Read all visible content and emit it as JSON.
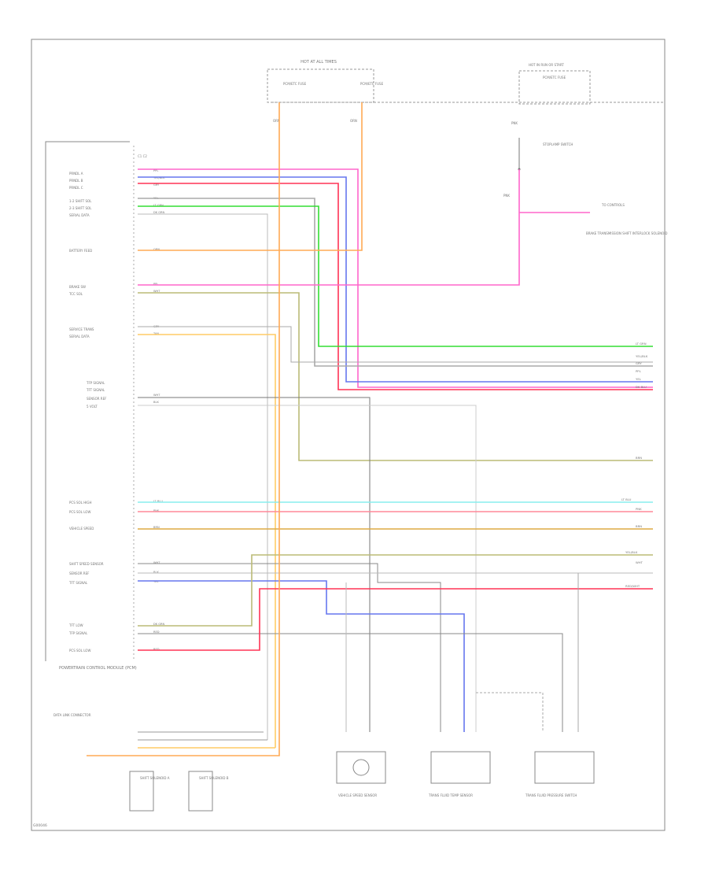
{
  "fuse_block": {
    "title": "HOT AT ALL TIMES",
    "fuse1": "PCM/ETC FUSE",
    "fuse2": "PCM/ETC FUSE",
    "w1": "ORN",
    "w2": "ORN"
  },
  "ignition": {
    "title": "HOT IN RUN OR START",
    "text": "PCM/ETC FUSE",
    "wire": "PNK"
  },
  "brake_switch": {
    "label": "STOPLAMP SWITCH",
    "wire": "PNK"
  },
  "connector": {
    "pins": "C1 C2"
  },
  "pcm": {
    "label": "POWERTRAIN CONTROL MODULE (PCM)"
  },
  "pin_labels": {
    "r1": "PRNDL A",
    "r2": "PRNDL B",
    "r3": "PRNDL C",
    "r4": "1-2 SHIFT SOL",
    "r5": "2-3 SHIFT SOL",
    "r6": "SERIAL DATA",
    "r7": "BATTERY FEED",
    "r8": "BRAKE SW",
    "r9": "TCC SOL",
    "r10": "SERVICE TRANS",
    "r11": "SERIAL DATA",
    "r12": "TFP SIGNAL",
    "r13": "TFT SIGNAL",
    "r14": "SENSOR REF",
    "r15": "5 VOLT",
    "r16": "PCS SOL HIGH",
    "r17": "PCS SOL LOW",
    "r18": "VEHICLE SPEED",
    "r19": "SHIFT SPEED SENSOR",
    "r20": "SENSOR REF",
    "r21": "TFT SIGNAL",
    "r22": "TFT LOW",
    "r23": "TFP SIGNAL",
    "r24": "PCS SOL LOW"
  },
  "wire_labels": {
    "w1": "PPL",
    "w2": "YEL/BLK",
    "w3": "GRY",
    "w4": "YEL",
    "w5": "LT GRN",
    "w6": "DK GRN",
    "w7": "ORN",
    "w8": "PPL",
    "w9": "WHT",
    "w10": "GRY",
    "w11": "TAN",
    "w12": "WHT",
    "w13": "BLK",
    "w14": "LT BLU",
    "w15": "PNK",
    "w16": "BRN",
    "w17": "WHT",
    "w18": "BLK",
    "w19": "YEL",
    "w20": "DK GRN",
    "w21": "RED",
    "w22": "RED"
  },
  "right_tags": {
    "t1": "LT GRN",
    "t2": "YEL/BLK",
    "t3": "GRY",
    "t4": "PPL",
    "t5": "YEL",
    "t6": "DK BLU",
    "t7": "BRN",
    "t8": "LT BLU",
    "t9": "PNK",
    "t10": "BRN",
    "t11": "YEL/BLK",
    "t12": "WHT",
    "t13": "RED/WHT"
  },
  "right_note": {
    "title": "TO CONTROLS",
    "body": "BRAKE TRANSMISSION SHIFT INTERLOCK SOLENOID"
  },
  "components": {
    "vss": "VEHICLE SPEED SENSOR",
    "tft": "TRANS FLUID TEMP SENSOR",
    "tfp": "TRANS FLUID PRESSURE SWITCH"
  },
  "bottom_left": {
    "title": "DATA LINK CONNECTOR",
    "a": "SHIFT SOLENOID A",
    "b": "SHIFT SOLENOID B"
  },
  "footer": "G00046",
  "colors": {
    "pink": "#ff66cc",
    "blue": "#6677ee",
    "red": "#ff3355",
    "green": "#33dd33",
    "gray": "#aaaaaa",
    "orange": "#ffaa55",
    "olive": "#bbbb77",
    "cyan": "#88eeee",
    "tan": "#ffcc66"
  }
}
